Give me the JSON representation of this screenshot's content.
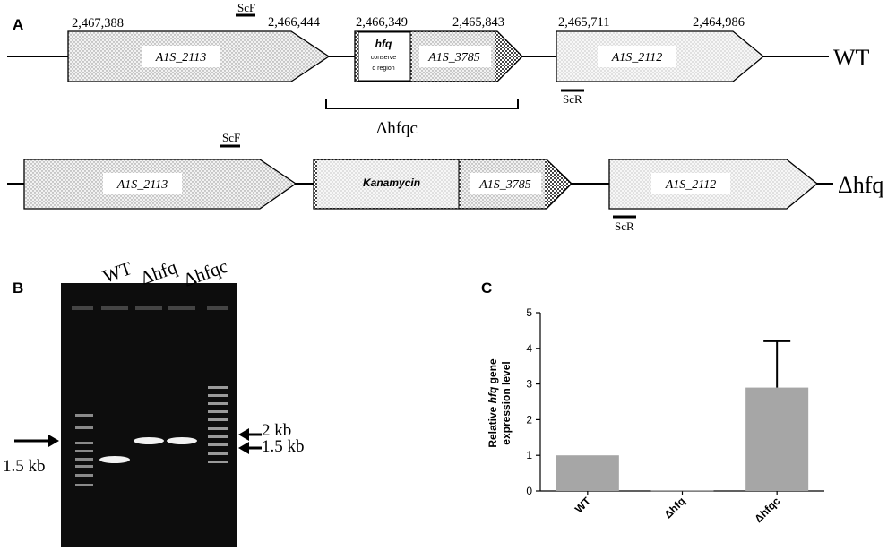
{
  "panel_a": {
    "label": "A",
    "wt_label": "WT",
    "mut_label": "Δhfq",
    "deletion_label": "Δhfqc",
    "coords": [
      "2,467,388",
      "2,466,444",
      "2,466,349",
      "2,465,843",
      "2,465,711",
      "2,464,986"
    ],
    "primer_f": "ScF",
    "primer_r": "ScR",
    "genes": {
      "g2113": "A1S_2113",
      "g3785": "A1S_3785",
      "g2112": "A1S_2112",
      "hfq": "hfq",
      "hfq_sub1": "conserve",
      "hfq_sub2": "d region",
      "kan": "Kanamycin"
    }
  },
  "panel_b": {
    "label": "B",
    "lanes": [
      "WT",
      "Δhfq",
      "Δhfqc"
    ],
    "left_marker": "1.5 kb",
    "right_markers": [
      "2 kb",
      "1.5 kb"
    ]
  },
  "panel_c": {
    "label": "C",
    "colors": {
      "bar": "#a6a6a6",
      "axis": "#000000"
    }
  },
  "chart_data": {
    "type": "bar",
    "categories": [
      "WT",
      "Δhfq",
      "Δhfqc"
    ],
    "values": [
      1.0,
      0.02,
      2.9
    ],
    "errors": [
      0,
      0,
      1.3
    ],
    "ylabel_pre": "Relative ",
    "ylabel_italic": "hfq",
    "ylabel_post": " gene",
    "ylabel_line2": "expression level",
    "ylim": [
      0,
      5
    ],
    "yticks": [
      0,
      1,
      2,
      3,
      4,
      5
    ]
  }
}
